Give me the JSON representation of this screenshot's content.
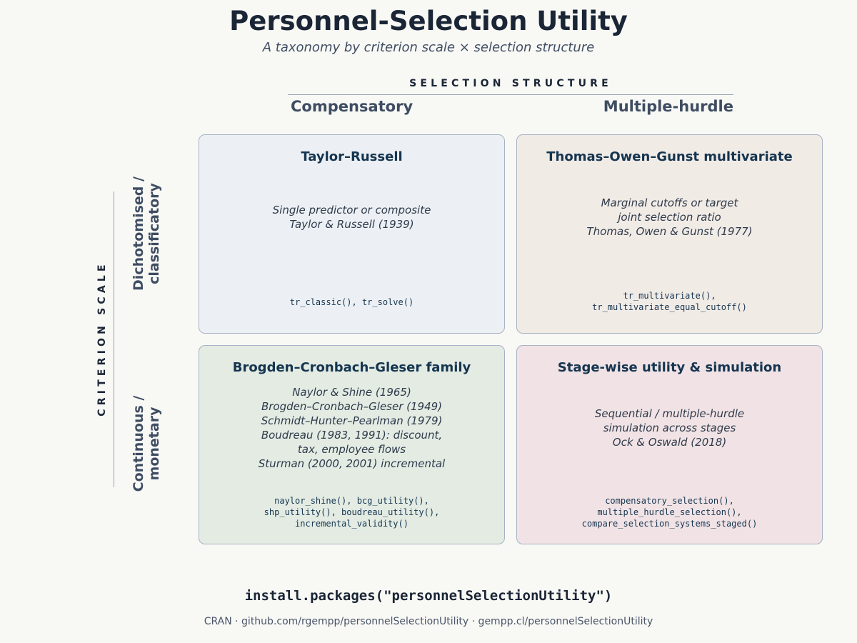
{
  "header": {
    "title": "Personnel-Selection Utility",
    "subtitle": "A taxonomy by criterion scale × selection structure"
  },
  "columns": {
    "axis_label": "SELECTION STRUCTURE",
    "left": "Compensatory",
    "right": "Multiple-hurdle"
  },
  "rows": {
    "axis_label": "CRITERION SCALE",
    "top": [
      "Dichotomised /",
      "classificatory"
    ],
    "bottom": [
      "Continuous /",
      "monetary"
    ]
  },
  "cells": [
    {
      "title": "Taylor–Russell",
      "description": [
        "Single predictor or composite",
        "Taylor & Russell (1939)"
      ],
      "functions": [
        "tr_classic(), tr_solve()"
      ],
      "color": "#ecf0f4"
    },
    {
      "title": "Thomas–Owen–Gunst multivariate",
      "description": [
        "Marginal cutoffs or target",
        "joint selection ratio",
        "Thomas, Owen & Gunst (1977)"
      ],
      "functions": [
        "tr_multivariate(),",
        "tr_multivariate_equal_cutoff()"
      ],
      "color": "#f1ebe6"
    },
    {
      "title": "Brogden–Cronbach–Gleser family",
      "description": [
        "Naylor & Shine (1965)",
        "Brogden–Cronbach–Gleser (1949)",
        "Schmidt–Hunter–Pearlman (1979)",
        "Boudreau (1983, 1991): discount,",
        "tax, employee flows",
        "Sturman (2000, 2001) incremental"
      ],
      "functions": [
        "naylor_shine(), bcg_utility(),",
        "shp_utility(), boudreau_utility(),",
        "incremental_validity()"
      ],
      "color": "#e3ebe3"
    },
    {
      "title": "Stage-wise utility & simulation",
      "description": [
        "Sequential / multiple-hurdle",
        "simulation across stages",
        "Ock & Oswald (2018)"
      ],
      "functions": [
        "compensatory_selection(),",
        "multiple_hurdle_selection(),",
        "compare_selection_systems_staged()"
      ],
      "color": "#f1e3e5"
    }
  ],
  "footer": {
    "install": "install.packages(\"personnelSelectionUtility\")",
    "links": "CRAN  ·  github.com/rgempp/personnelSelectionUtility  ·  gempp.cl/personnelSelectionUtility"
  }
}
